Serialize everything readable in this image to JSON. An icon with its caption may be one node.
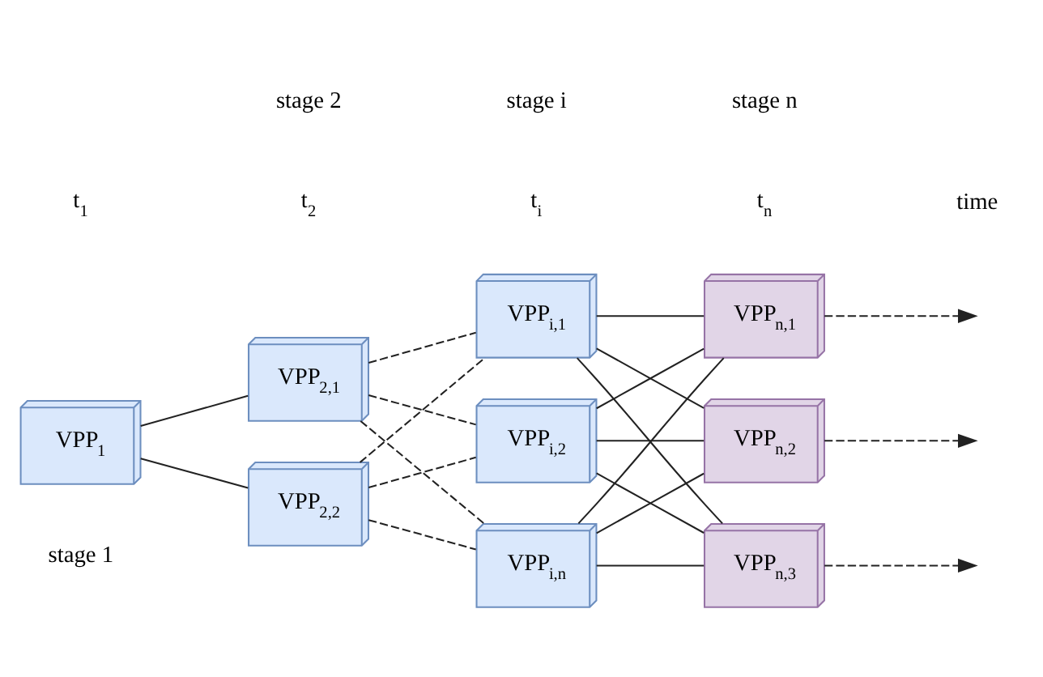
{
  "diagram": {
    "nodes": [
      {
        "text": [
          "VPP$_{1}$"
        ]
      },
      {
        "text": [
          "VPP$_{2,1}$"
        ]
      },
      {
        "text": [
          "VPP$_{2,2}$"
        ]
      },
      {
        "text": [
          "VPP$_{i,1}$"
        ]
      },
      {
        "text": [
          "VPP$_{i,2}$"
        ]
      },
      {
        "text": [
          "VPP$_{i,n}$"
        ]
      },
      {
        "text": [
          "VPP$_{n,1}$"
        ]
      },
      {
        "text": [
          "VPP$_{n,2}$"
        ]
      },
      {
        "text": [
          "VPP$_{n,3}$"
        ]
      }
    ],
    "edges": [
      {
        "from": 0,
        "to": 1,
        "arrow": "none"
      },
      {
        "from": 0,
        "to": 2,
        "arrow": "none"
      },
      {
        "from": 1,
        "to": 3,
        "arrow": "none",
        "style": "dashed"
      },
      {
        "from": 1,
        "to": 4,
        "arrow": "none",
        "style": "dashed"
      },
      {
        "from": 1,
        "to": 5,
        "arrow": "none",
        "style": "dashed"
      },
      {
        "from": 2,
        "to": 3,
        "arrow": "none",
        "style": "dashed"
      },
      {
        "from": 2,
        "to": 4,
        "arrow": "none",
        "style": "dashed"
      },
      {
        "from": 2,
        "to": 5,
        "arrow": "none",
        "style": "dashed"
      },
      {
        "from": 3,
        "to": 6,
        "arrow": "none"
      },
      {
        "from": 3,
        "to": 7,
        "arrow": "none"
      },
      {
        "from": 3,
        "to": 8,
        "arrow": "none"
      },
      {
        "from": 4,
        "to": 6,
        "arrow": "none"
      },
      {
        "from": 4,
        "to": 7,
        "arrow": "none"
      },
      {
        "from": 4,
        "to": 8,
        "arrow": "none"
      },
      {
        "from": 5,
        "to": 6,
        "arrow": "none"
      },
      {
        "from": 5,
        "to": 7,
        "arrow": "none"
      },
      {
        "from": 5,
        "to": 8,
        "arrow": "none"
      },
      {
        "from": 6,
        "to": null,
        "arrow": "to",
        "style": "dashed"
      },
      {
        "from": 7,
        "to": null,
        "arrow": "to",
        "style": "dashed"
      },
      {
        "from": 8,
        "to": null,
        "arrow": "to",
        "style": "dashed"
      }
    ],
    "labels": [
      "stage 1",
      "stage 2",
      "stage i",
      "stage n",
      "t$_{1}$",
      "t$_{2}$",
      "t$_{i}$",
      "t$_{n}$",
      "time"
    ]
  }
}
